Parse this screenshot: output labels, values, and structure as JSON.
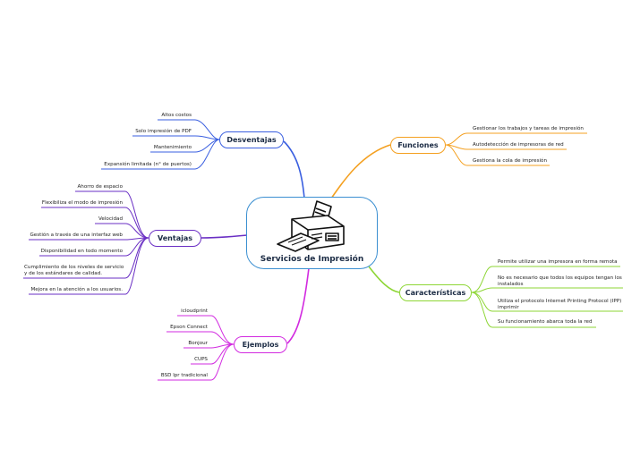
{
  "central": {
    "title": "Servicios de Impresión",
    "icon": "printer-icon"
  },
  "branches": {
    "desventajas": {
      "label": "Desventajas",
      "color": "#3a5fe0",
      "items": [
        "Altos costos",
        "Solo impresión de PDF",
        "Mantenimiento",
        "Expansión limitada (n° de puertos)"
      ]
    },
    "ventajas": {
      "label": "Ventajas",
      "color": "#6a2fc4",
      "items": [
        "Ahorro de espacio",
        "Flexibiliza el modo de impresión",
        "Velocidad",
        "Gestión a través de una interfaz web",
        "Disponibilidad en todo momento",
        "Cumplimiento de los niveles de servicio\ny de los estándares de calidad.",
        "Mejora en la atención a los usuarios."
      ]
    },
    "ejemplos": {
      "label": "Ejemplos",
      "color": "#d22be0",
      "items": [
        "icloudprint",
        "Epson Connect",
        "Bonjour",
        "CUPS",
        "BSD lpr tradicional"
      ]
    },
    "funciones": {
      "label": "Funciones",
      "color": "#f4a020",
      "items": [
        "Gestionar los trabajos y tareas de impresión",
        "Autodetección de impresoras de red",
        "Gestiona la cola de impresión"
      ]
    },
    "caracteristicas": {
      "label": "Características",
      "color": "#8ed636",
      "items": [
        "Permite utilizar una impresora en forma remota",
        "No es necesario que todos los equipos tengan los d\ninstalados",
        "Utiliza el protocolo Internet Printing Protocol (IPP)\nimprimir",
        "Su funcionamiento abarca toda la red"
      ]
    }
  }
}
